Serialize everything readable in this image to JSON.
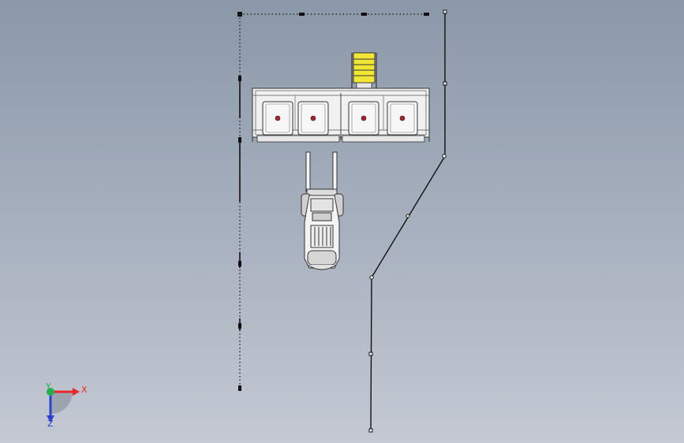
{
  "viewport": {
    "background_top": "#8b98a9",
    "background_bottom": "#c4c9d3"
  },
  "sketch": {
    "line_color": "#111111",
    "point_color": "#ffffff"
  },
  "model": {
    "racks": [
      {
        "name": "rack-1"
      },
      {
        "name": "rack-2"
      },
      {
        "name": "rack-3"
      },
      {
        "name": "rack-4"
      }
    ],
    "ladder_color": "#f2e635",
    "marker_color": "#b0202a",
    "forklift_icon": "forklift-icon",
    "conveyor_icon": "conveyor-icon"
  },
  "triad": {
    "x_label": "X",
    "y_label": "Y",
    "z_label": "Z",
    "x_color": "#e8262b",
    "y_color": "#22b14c",
    "z_color": "#2f3fcf"
  }
}
